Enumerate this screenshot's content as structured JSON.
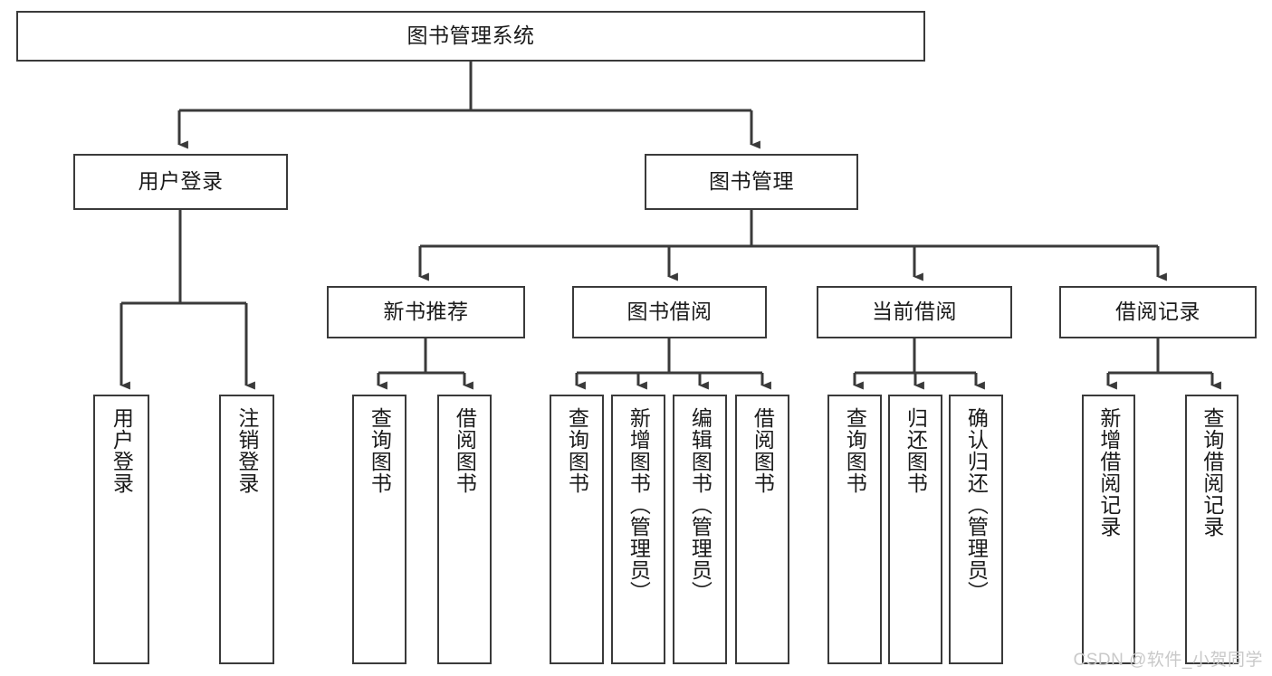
{
  "diagram": {
    "type": "tree-hierarchy",
    "title": "图书管理系统",
    "orientation": "top-down",
    "colors": {
      "box_border": "#3a3a3a",
      "box_fill": "#ffffff",
      "edge": "#3a3a3a",
      "text": "#1a1a1a",
      "watermark": "#c9c9c9",
      "background": "#ffffff"
    },
    "nodes": {
      "root": {
        "label": "图书管理系统"
      },
      "level2": [
        {
          "id": "user-login",
          "label": "用户登录"
        },
        {
          "id": "book-management",
          "label": "图书管理"
        }
      ],
      "level3": [
        {
          "id": "new-book-recommend",
          "label": "新书推荐"
        },
        {
          "id": "book-borrow",
          "label": "图书借阅"
        },
        {
          "id": "current-borrow",
          "label": "当前借阅"
        },
        {
          "id": "borrow-record",
          "label": "借阅记录"
        }
      ],
      "leaves": {
        "user-login": [
          {
            "id": "leaf-user-login",
            "label": "用户登录"
          },
          {
            "id": "leaf-logout-login",
            "label": "注销登录"
          }
        ],
        "new-book-recommend": [
          {
            "id": "leaf-query-book-1",
            "label": "查询图书"
          },
          {
            "id": "leaf-borrow-book-1",
            "label": "借阅图书"
          }
        ],
        "book-borrow": [
          {
            "id": "leaf-query-book-2",
            "label": "查询图书"
          },
          {
            "id": "leaf-add-book",
            "label": "新增图书（管理员）"
          },
          {
            "id": "leaf-edit-book",
            "label": "编辑图书（管理员）"
          },
          {
            "id": "leaf-borrow-book-2",
            "label": "借阅图书"
          }
        ],
        "current-borrow": [
          {
            "id": "leaf-query-book-3",
            "label": "查询图书"
          },
          {
            "id": "leaf-return-book",
            "label": "归还图书"
          },
          {
            "id": "leaf-confirm-return",
            "label": "确认归还（管理员）"
          }
        ],
        "borrow-record": [
          {
            "id": "leaf-add-record",
            "label": "新增借阅记录"
          },
          {
            "id": "leaf-query-record",
            "label": "查询借阅记录"
          }
        ]
      }
    },
    "watermark": "CSDN @软件_小贺同学"
  }
}
